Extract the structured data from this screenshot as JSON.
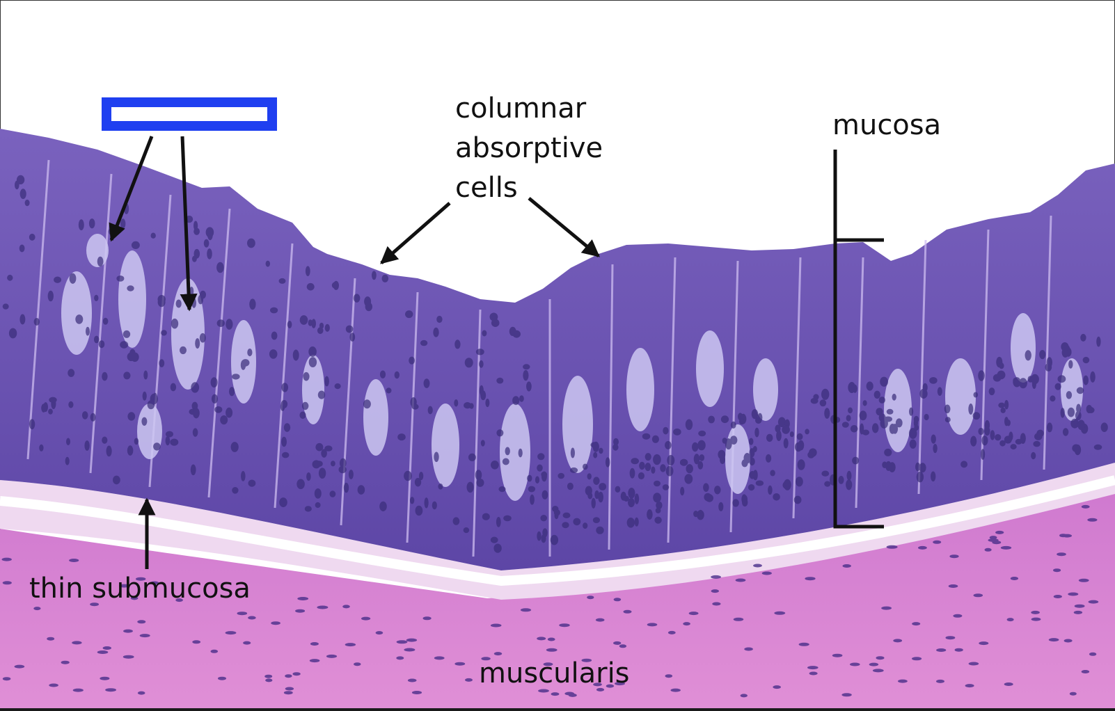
{
  "figure": {
    "labels": {
      "columnar": "columnar\nabsorptive\ncells",
      "mucosa": "mucosa",
      "submucosa": "thin submucosa",
      "muscularis": "muscularis"
    },
    "answer_box": {
      "text": ""
    },
    "colors": {
      "mucosa_tissue": "#6a4fb0",
      "goblet_cells": "#c9c4f0",
      "submucosa_tissue": "#e7c8ea",
      "muscularis_tissue": "#d784d2",
      "nuclei": "#3a2d7a",
      "annotation": "#111111",
      "answer_box_border": "#1f3ff0",
      "background": "#ffffff"
    }
  }
}
